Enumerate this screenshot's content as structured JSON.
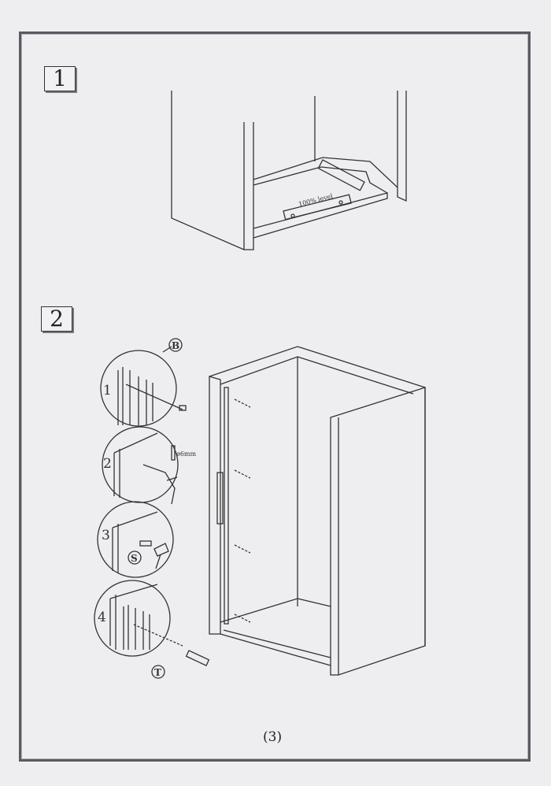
{
  "steps": [
    {
      "number": "1",
      "level_label": "100% level"
    },
    {
      "number": "2",
      "details": [
        {
          "number": "1",
          "callout": "B"
        },
        {
          "number": "2",
          "callout": "ø6mm"
        },
        {
          "number": "3",
          "callout": "S"
        },
        {
          "number": "4",
          "callout": "T"
        }
      ]
    }
  ],
  "page_number": "(3)"
}
